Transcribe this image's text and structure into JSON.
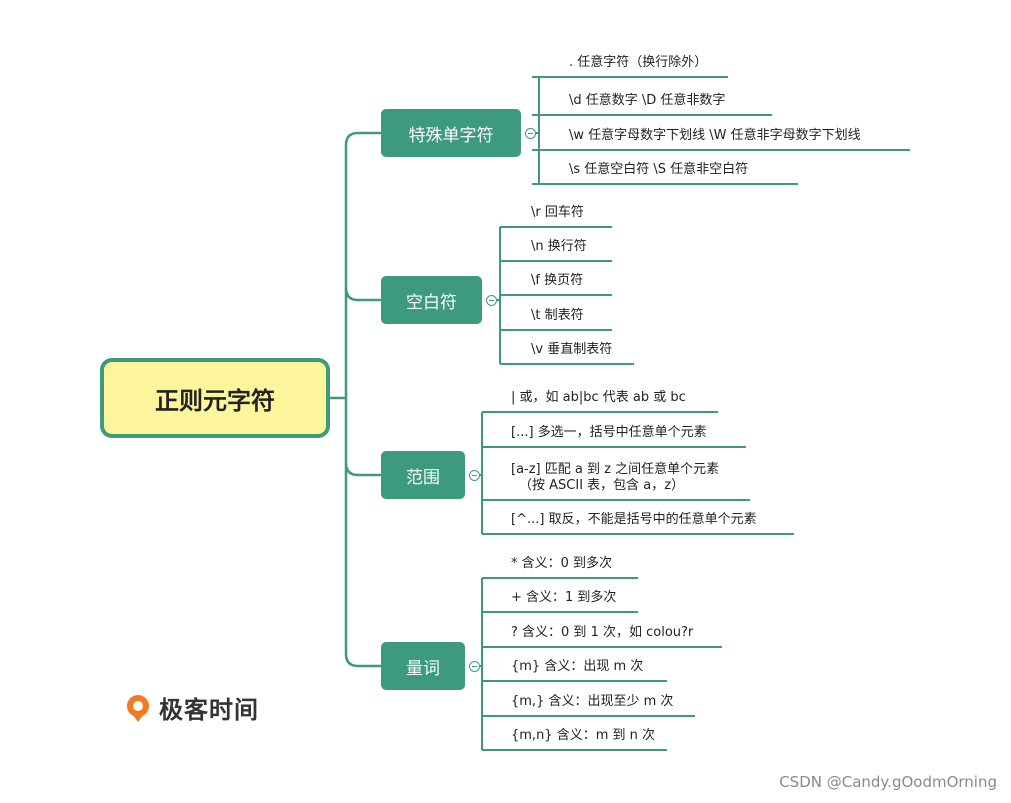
{
  "root": "正则元字符",
  "colors": {
    "accent": "#3d9a7e",
    "root_fill": "#fdf59c",
    "logo": "#f07b22"
  },
  "branches": [
    {
      "label": "特殊单字符",
      "leaves": [
        [
          ". 任意字符（换行除外）"
        ],
        [
          "\\d 任意数字    \\D 任意非数字"
        ],
        [
          "\\w 任意字母数字下划线    \\W 任意非字母数字下划线"
        ],
        [
          "\\s 任意空白符    \\S 任意非空白符"
        ]
      ]
    },
    {
      "label": "空白符",
      "leaves": [
        [
          "\\r  回车符"
        ],
        [
          "\\n  换行符"
        ],
        [
          "\\f  换页符"
        ],
        [
          "\\t  制表符"
        ],
        [
          "\\v  垂直制表符"
        ]
      ]
    },
    {
      "label": "范围",
      "leaves": [
        [
          "| 或，如 ab|bc 代表 ab 或 bc"
        ],
        [
          "[...] 多选一，括号中任意单个元素"
        ],
        [
          "[a-z] 匹配 a 到 z 之间任意单个元素",
          "（按 ASCII 表，包含 a，z）"
        ],
        [
          "[^...] 取反，不能是括号中的任意单个元素"
        ]
      ]
    },
    {
      "label": "量词",
      "leaves": [
        [
          "* 含义：0 到多次"
        ],
        [
          "+ 含义：1 到多次"
        ],
        [
          "? 含义：0 到 1 次，如 colou?r"
        ],
        [
          "{m} 含义：出现 m 次"
        ],
        [
          "{m,} 含义：出现至少 m 次"
        ],
        [
          "{m,n} 含义：m 到 n 次"
        ]
      ]
    }
  ],
  "logo": {
    "text": "极客时间",
    "icon": "geektime-logo-icon"
  },
  "watermark": "CSDN @Candy.gOodmOrning"
}
